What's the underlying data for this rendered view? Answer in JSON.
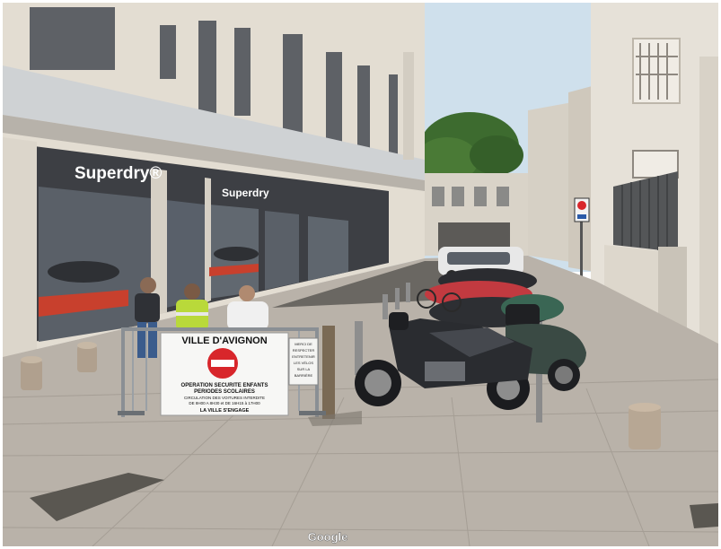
{
  "scene": {
    "storefront_logo_large": "Superdry®",
    "storefront_logo_small": "Superdry",
    "barrier_sign": {
      "heading": "VILLE D'AVIGNON",
      "line1": "OPERATION SECURITE ENFANTS",
      "line2": "PERIODES SCOLAIRES",
      "line3": "CIRCULATION DES VOITURES INTERDITE",
      "line4": "DE 8H00 A 8H30 et DE 16H15 à 17H00",
      "footer": "LA VILLE S'ENGAGE"
    },
    "small_panel": {
      "line1": "MERCI DE",
      "line2": "RESPECTER",
      "line3": "ENTRETENIR",
      "line4": "LES VÉLOS",
      "line5": "SUR LA",
      "line6": "BARRIÈRE"
    },
    "watermark": "Google"
  },
  "colors": {
    "sky": "#cfe0ec",
    "pavement": "#b9b2a9",
    "building_left": "#e3ddd2",
    "shopfront": "#3d3f44",
    "sign_red": "#d8262b",
    "tree": "#3d6b2f"
  }
}
